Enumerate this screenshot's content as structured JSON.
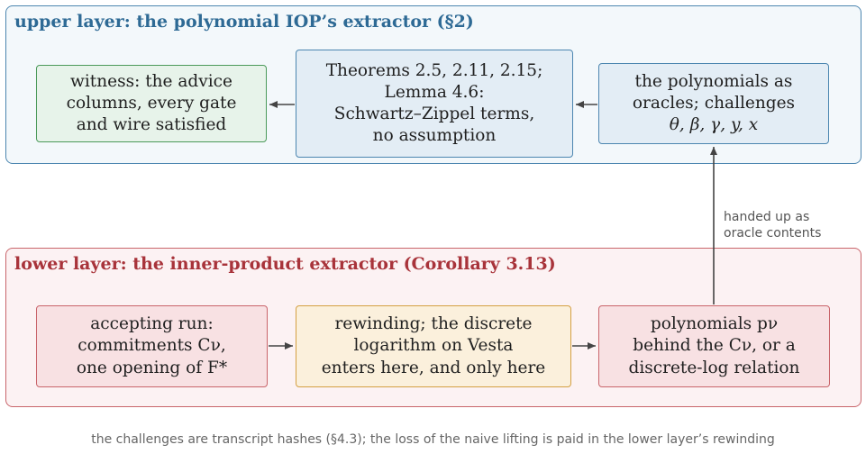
{
  "upper_layer": {
    "title": "upper layer: the polynomial IOP’s extractor (§2)",
    "witness_box": [
      "witness: the advice",
      "columns, every gate",
      "and wire satisfied"
    ],
    "theorems_box": [
      "Theorems 2.5, 2.11, 2.15;",
      "Lemma 4.6:",
      "Schwartz–Zippel terms,",
      "no assumption"
    ],
    "oracles_box": [
      "the polynomials as",
      "oracles; challenges",
      "θ, β, γ, y, x"
    ]
  },
  "lower_layer": {
    "title": "lower layer: the inner-product extractor (Corollary 3.13)",
    "run_box": [
      "accepting run:",
      "commitments Cν,",
      "one opening of F*"
    ],
    "rewind_box": [
      "rewinding; the discrete",
      "logarithm on Vesta",
      "enters here, and only here"
    ],
    "poly_box": [
      "polynomials pν",
      "behind the Cν, or a",
      "discrete-log relation"
    ]
  },
  "handoff_label": [
    "handed up as",
    "oracle contents"
  ],
  "caption": "the challenges are transcript hashes (§4.3); the loss of the naive lifting is paid in the lower layer’s rewinding",
  "colors": {
    "upper_border": "#4c86b0",
    "lower_border": "#c9656b",
    "upper_title": "#2e6a95",
    "lower_title": "#a8333a",
    "arrow": "#444444"
  }
}
